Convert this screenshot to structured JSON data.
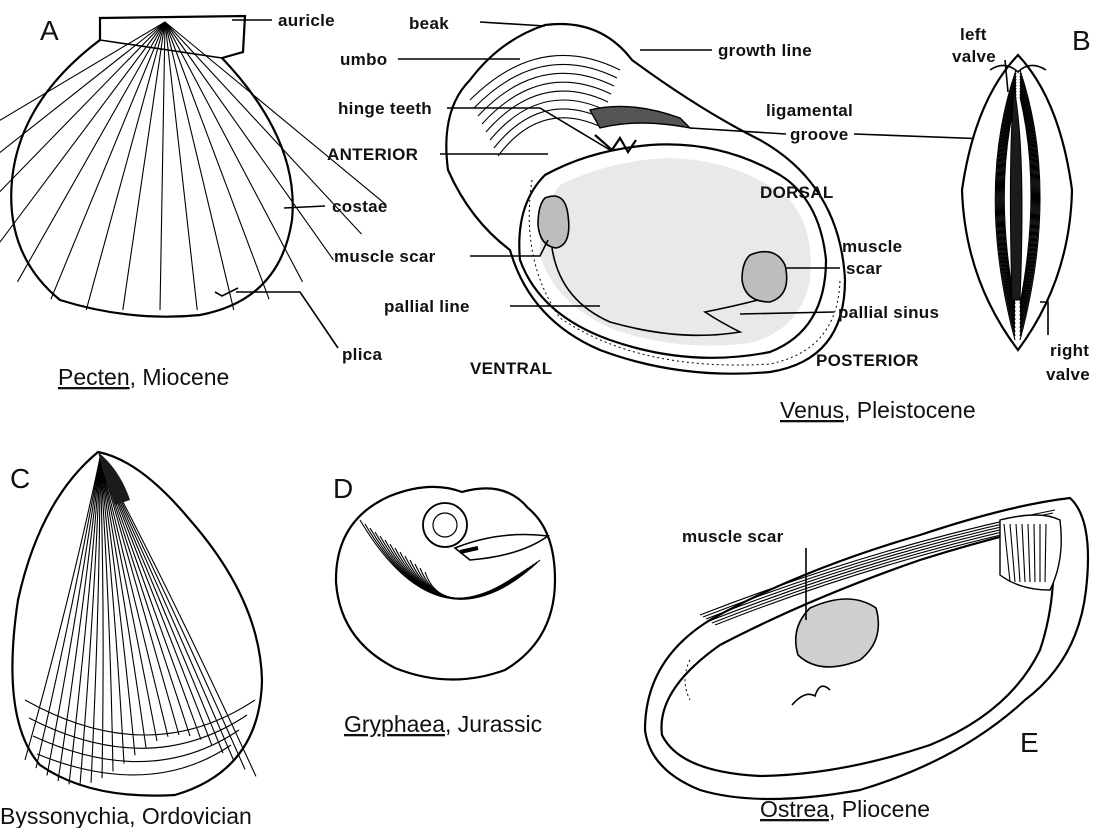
{
  "panels": {
    "A": {
      "letter": "A",
      "genus": "Pecten",
      "caption_rest": ", Miocene",
      "labels": {
        "auricle": "auricle",
        "costae": "costae",
        "plica": "plica"
      }
    },
    "B": {
      "letter": "B",
      "genus": "Venus",
      "caption_rest": ", Pleistocene",
      "labels": {
        "beak": "beak",
        "umbo": "umbo",
        "hinge_teeth": "hinge teeth",
        "anterior": "ANTERIOR",
        "muscle_scar_left": "muscle scar",
        "pallial_line": "pallial line",
        "ventral": "VENTRAL",
        "growth_line": "growth line",
        "ligamental_1": "ligamental",
        "ligamental_2": "groove",
        "dorsal": "DORSAL",
        "muscle_scar_right_1": "muscle",
        "muscle_scar_right_2": "scar",
        "pallial_sinus": "pallial sinus",
        "posterior": "POSTERIOR",
        "left_valve_1": "left",
        "left_valve_2": "valve",
        "right_valve_1": "right",
        "right_valve_2": "valve"
      }
    },
    "C": {
      "letter": "C",
      "caption": "Byssonychia, Ordovician"
    },
    "D": {
      "letter": "D",
      "genus": "Gryphaea",
      "caption_rest": ", Jurassic"
    },
    "E": {
      "letter": "E",
      "genus": "Ostrea",
      "caption_rest": ", Pliocene",
      "labels": {
        "muscle_scar": "muscle scar"
      }
    }
  }
}
